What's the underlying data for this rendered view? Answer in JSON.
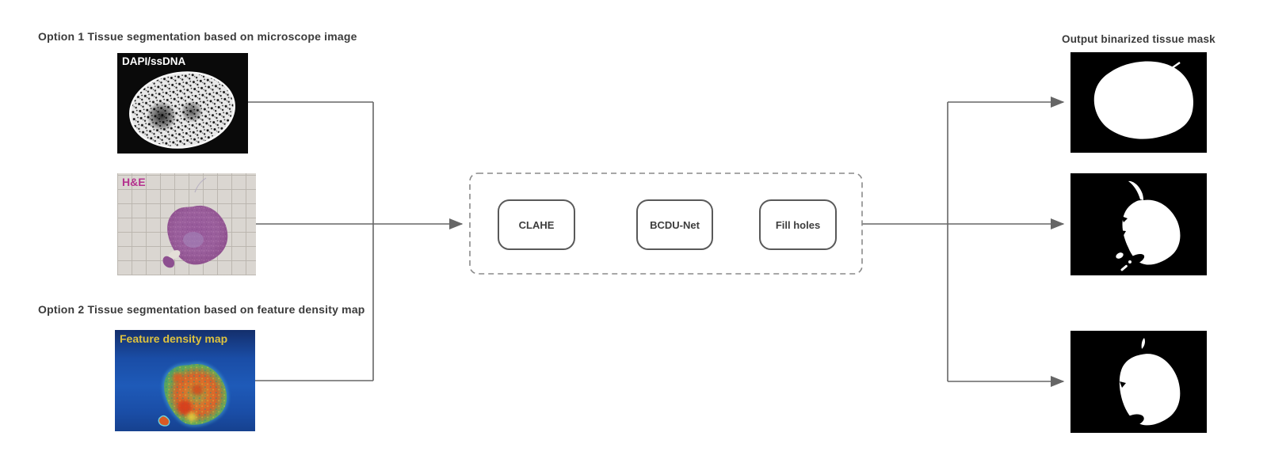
{
  "diagram": {
    "option1_title": "Option 1 Tissue segmentation based on microscope image",
    "option2_title": "Option 2 Tissue segmentation based on feature density map",
    "output_title": "Output binarized tissue mask",
    "inputs": [
      {
        "name": "dapi-microscope-image",
        "label": "DAPI/ssDNA",
        "label_color": "#ffffff"
      },
      {
        "name": "h-and-e-stain-image",
        "label": "H&E",
        "label_color": "#b5338f"
      },
      {
        "name": "feature-density-map-image",
        "label": "Feature density map",
        "label_color": "#ddc23f"
      }
    ],
    "pipeline": {
      "steps": [
        {
          "label": "CLAHE"
        },
        {
          "label": "BCDU-Net"
        },
        {
          "label": "Fill holes"
        }
      ]
    },
    "outputs": {
      "mask_count": 3
    },
    "colors": {
      "connector": "#666666",
      "title_text": "#3b3b3b",
      "process_border": "#595959",
      "dashed_group_border": "#8a8a8a",
      "mask_bg": "#000000",
      "mask_fg": "#ffffff",
      "density_bg": "#1a4da6",
      "he_grid_bg": "#dad6d1"
    }
  }
}
